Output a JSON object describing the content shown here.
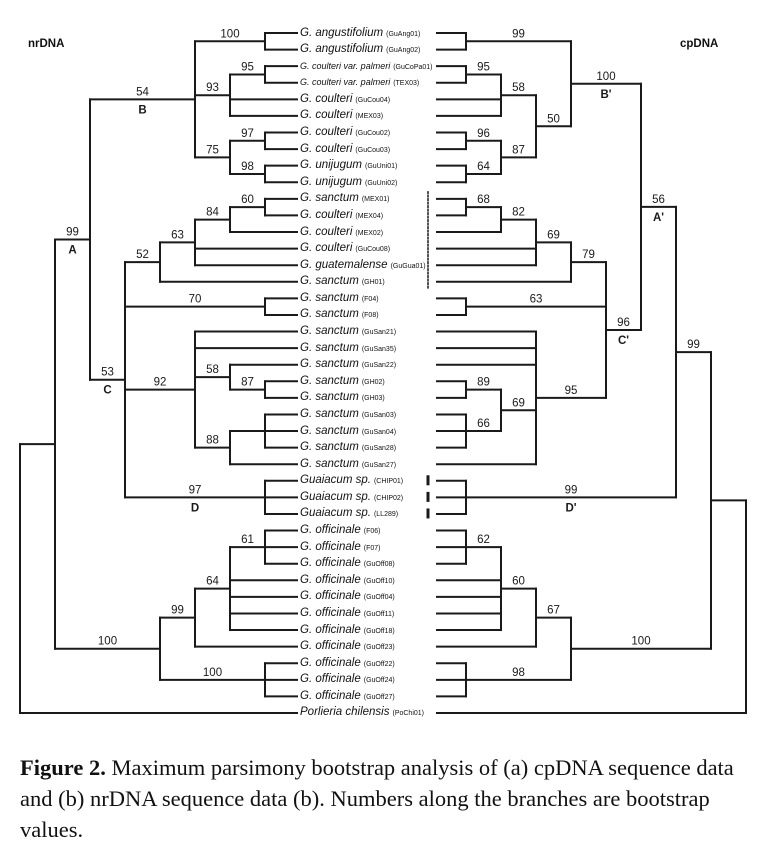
{
  "headers": {
    "left": "nrDNA",
    "right": "cpDNA"
  },
  "taxa": [
    {
      "species": "G. angustifolium",
      "accession": "(GuAng01)"
    },
    {
      "species": "G. angustifolium",
      "accession": "(GuAng02)"
    },
    {
      "species": "G. coulteri var. palmeri",
      "accession": "(GuCoPa01)",
      "small": true
    },
    {
      "species": "G. coulteri var. palmeri",
      "accession": "(TEX03)",
      "small": true
    },
    {
      "species": "G. coulteri",
      "accession": "(GuCou04)"
    },
    {
      "species": "G. coulteri",
      "accession": "(MEX03)"
    },
    {
      "species": "G. coulteri",
      "accession": "(GuCou02)"
    },
    {
      "species": "G. coulteri",
      "accession": "(GuCou03)"
    },
    {
      "species": "G. unijugum",
      "accession": "(GuUni01)"
    },
    {
      "species": "G. unijugum",
      "accession": "(GuUni02)"
    },
    {
      "species": "G. sanctum",
      "accession": "(MEX01)"
    },
    {
      "species": "G. coulteri",
      "accession": "(MEX04)"
    },
    {
      "species": "G. coulteri",
      "accession": "(MEX02)"
    },
    {
      "species": "G. coulteri",
      "accession": "(GuCou08)"
    },
    {
      "species": "G. guatemalense",
      "accession": "(GuGua01)"
    },
    {
      "species": "G. sanctum",
      "accession": "(GH01)"
    },
    {
      "species": "G. sanctum",
      "accession": "(F04)"
    },
    {
      "species": "G. sanctum",
      "accession": "(F08)"
    },
    {
      "species": "G. sanctum",
      "accession": "(GuSan21)"
    },
    {
      "species": "G. sanctum",
      "accession": "(GuSan35)"
    },
    {
      "species": "G. sanctum",
      "accession": "(GuSan22)"
    },
    {
      "species": "G. sanctum",
      "accession": "(GH02)"
    },
    {
      "species": "G. sanctum",
      "accession": "(GH03)"
    },
    {
      "species": "G. sanctum",
      "accession": "(GuSan03)"
    },
    {
      "species": "G. sanctum",
      "accession": "(GuSan04)"
    },
    {
      "species": "G. sanctum",
      "accession": "(GuSan28)"
    },
    {
      "species": "G. sanctum",
      "accession": "(GuSan27)"
    },
    {
      "species": "Guaiacum sp.",
      "accession": "(CHIP01)"
    },
    {
      "species": "Guaiacum sp.",
      "accession": "(CHIP02)"
    },
    {
      "species": "Guaiacum sp.",
      "accession": "(LL289)"
    },
    {
      "species": "G. officinale",
      "accession": "(F06)"
    },
    {
      "species": "G. officinale",
      "accession": "(F07)"
    },
    {
      "species": "G. officinale",
      "accession": "(GuOff08)"
    },
    {
      "species": "G. officinale",
      "accession": "(GuOff10)"
    },
    {
      "species": "G. officinale",
      "accession": "(GuOff04)"
    },
    {
      "species": "G. officinale",
      "accession": "(GuOff11)"
    },
    {
      "species": "G. officinale",
      "accession": "(GuOff18)"
    },
    {
      "species": "G. officinale",
      "accession": "(GuOff23)"
    },
    {
      "species": "G. officinale",
      "accession": "(GuOff22)"
    },
    {
      "species": "G. officinale",
      "accession": "(GuOff24)"
    },
    {
      "species": "G. officinale",
      "accession": "(GuOff27)"
    },
    {
      "species": "Porlieria chilensis",
      "accession": "(PoChi01)"
    }
  ],
  "trees": {
    "nrDNA": {
      "children": [
        {
          "children": [
            {
              "bs": "99",
              "clade": "A",
              "children": [
                {
                  "bs": "54",
                  "clade": "B",
                  "children": [
                    {
                      "bs": "100",
                      "children": [
                        0,
                        1
                      ]
                    },
                    {
                      "bs": "93",
                      "children": [
                        {
                          "bs": "95",
                          "children": [
                            2,
                            3
                          ]
                        },
                        4,
                        5
                      ]
                    },
                    {
                      "bs": "75",
                      "children": [
                        {
                          "bs": "97",
                          "children": [
                            6,
                            7
                          ]
                        },
                        {
                          "bs": "98",
                          "children": [
                            8,
                            9
                          ]
                        }
                      ]
                    }
                  ]
                },
                {
                  "bs": "53",
                  "clade": "C",
                  "children": [
                    {
                      "bs": "52",
                      "children": [
                        {
                          "bs": "63",
                          "children": [
                            {
                              "bs": "84",
                              "children": [
                                {
                                  "bs": "60",
                                  "children": [
                                    10,
                                    11
                                  ]
                                },
                                12
                              ]
                            },
                            13,
                            14
                          ]
                        },
                        15
                      ]
                    },
                    {
                      "bs": "70",
                      "children": [
                        16,
                        17
                      ]
                    },
                    {
                      "bs": "92",
                      "children": [
                        18,
                        19,
                        {
                          "bs": "58",
                          "children": [
                            20,
                            {
                              "bs": "87",
                              "children": [
                                21,
                                22
                              ]
                            }
                          ]
                        },
                        {
                          "bs": "88",
                          "children": [
                            {
                              "children": [
                                23,
                                24,
                                25
                              ]
                            },
                            26
                          ]
                        }
                      ]
                    },
                    {
                      "bs": "97",
                      "clade": "D",
                      "children": [
                        27,
                        28,
                        29
                      ]
                    }
                  ]
                }
              ]
            },
            {
              "bs": "100",
              "children": [
                {
                  "bs": "99",
                  "children": [
                    {
                      "bs": "64",
                      "children": [
                        {
                          "bs": "61",
                          "children": [
                            30,
                            31,
                            32
                          ]
                        },
                        33,
                        34,
                        35,
                        36
                      ]
                    },
                    37
                  ]
                },
                {
                  "bs": "100",
                  "children": [
                    38,
                    39,
                    40
                  ]
                }
              ]
            }
          ]
        },
        41
      ]
    },
    "cpDNA": {
      "children": [
        {
          "children": [
            {
              "bs": "99",
              "children": [
                {
                  "bs": "56",
                  "clade": "A'",
                  "children": [
                    {
                      "bs": "100",
                      "clade": "B'",
                      "children": [
                        {
                          "bs": "99",
                          "children": [
                            0,
                            1
                          ]
                        },
                        {
                          "bs": "50",
                          "children": [
                            {
                              "bs": "58",
                              "children": [
                                {
                                  "bs": "95",
                                  "children": [
                                    2,
                                    3
                                  ]
                                },
                                4,
                                5
                              ]
                            },
                            {
                              "bs": "87",
                              "children": [
                                {
                                  "bs": "96",
                                  "children": [
                                    6,
                                    7
                                  ]
                                },
                                {
                                  "bs": "64",
                                  "children": [
                                    8,
                                    9
                                  ]
                                }
                              ]
                            }
                          ]
                        }
                      ]
                    },
                    {
                      "bs": "96",
                      "clade": "C'",
                      "children": [
                        {
                          "bs": "79",
                          "children": [
                            {
                              "bs": "69",
                              "children": [
                                {
                                  "bs": "82",
                                  "children": [
                                    {
                                      "bs": "68",
                                      "children": [
                                        10,
                                        11
                                      ]
                                    },
                                    12
                                  ]
                                },
                                13,
                                14
                              ]
                            },
                            15
                          ]
                        },
                        {
                          "bs": "63",
                          "children": [
                            16,
                            17
                          ]
                        },
                        {
                          "bs": "95",
                          "children": [
                            18,
                            19,
                            20,
                            {
                              "bs": "69",
                              "children": [
                                {
                                  "bs": "89",
                                  "children": [
                                    21,
                                    22
                                  ]
                                },
                                {
                                  "bs": "66",
                                  "children": [
                                    23,
                                    24,
                                    25
                                  ]
                                }
                              ]
                            },
                            26
                          ]
                        }
                      ]
                    }
                  ]
                },
                {
                  "bs": "99",
                  "clade": "D'",
                  "children": [
                    27,
                    28,
                    29
                  ]
                }
              ]
            },
            {
              "bs": "100",
              "children": [
                {
                  "bs": "67",
                  "children": [
                    {
                      "bs": "60",
                      "children": [
                        {
                          "bs": "62",
                          "children": [
                            30,
                            31,
                            32
                          ]
                        },
                        33,
                        34,
                        35,
                        36
                      ]
                    },
                    37
                  ]
                },
                {
                  "bs": "98",
                  "children": [
                    38,
                    39,
                    40
                  ]
                }
              ]
            }
          ]
        },
        41
      ]
    }
  },
  "caption": {
    "label": "Figure 2.",
    "text": " Maximum parsimony bootstrap analysis of (a) cpDNA sequence data and (b) nrDNA sequence data (b). Numbers along the branches are bootstrap values."
  }
}
